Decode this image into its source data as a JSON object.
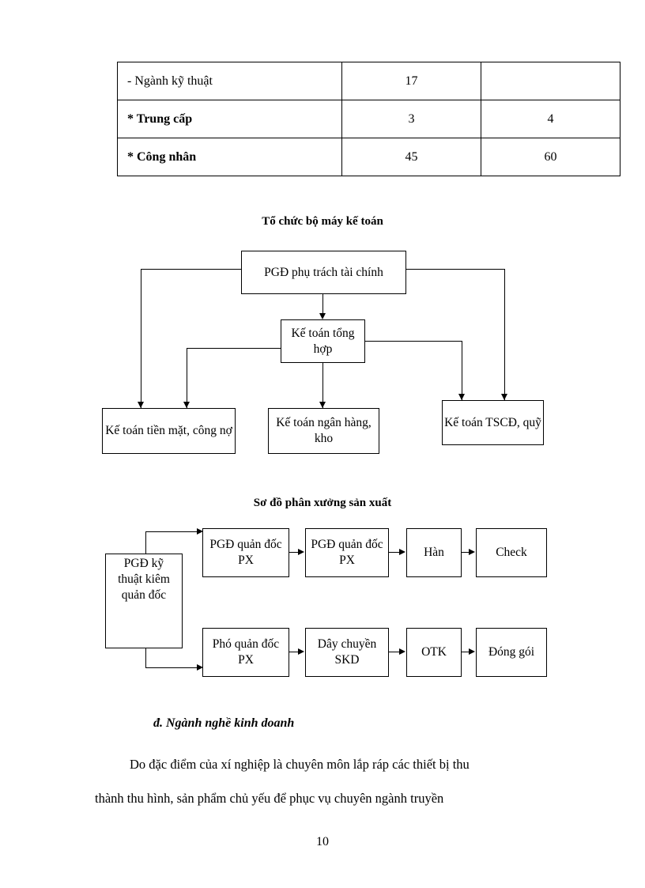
{
  "page": {
    "number": "10"
  },
  "table": {
    "rows": [
      {
        "label": "- Ngành kỹ thuật",
        "col2": "17",
        "col3": "",
        "bold": false
      },
      {
        "label": " *  Trung cấp",
        "col2": "3",
        "col3": "4",
        "bold": true
      },
      {
        "label": "*  Công nhân",
        "col2": "45",
        "col3": "60",
        "bold": true
      }
    ]
  },
  "diagram1": {
    "title": "Tổ chức bộ máy kế toán",
    "nodes": {
      "root": "PGĐ phụ trách tài chính",
      "general_accountant": "Kế toán tổng hợp",
      "cash": "Kế toán tiền mặt, công nợ",
      "bank": "Kế toán ngân hàng, kho",
      "fixed_assets": "Kế toán TSCĐ, quỹ"
    }
  },
  "diagram2": {
    "title": "Sơ đồ phân xưởng sản xuất",
    "nodes": {
      "chief": "PGĐ kỹ thuật kiêm quản đốc",
      "top1": "PGĐ quản đốc PX",
      "top2": "PGĐ quản đốc PX",
      "top3": "Hàn",
      "top4": "Check",
      "bot1": "Phó quản đốc PX",
      "bot2": "Dây chuyền SKD",
      "bot3": "OTK",
      "bot4": "Đóng gói"
    }
  },
  "body": {
    "heading": "đ. Ngành nghề kinh doanh",
    "paragraph_lines": [
      "Do đặc điểm của xí nghiệp là chuyên môn lắp ráp các thiết bị thu",
      "thành thu hình, sản phẩm chủ yếu để phục vụ chuyên ngành truyền"
    ]
  }
}
